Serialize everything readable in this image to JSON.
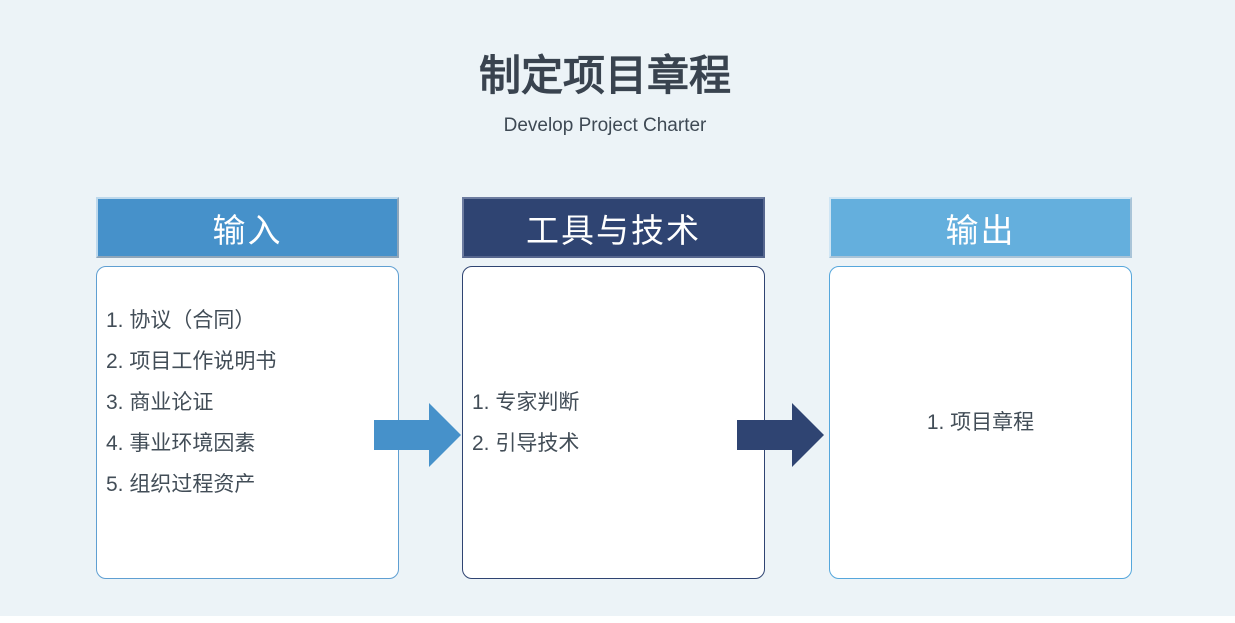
{
  "diagram": {
    "title": "制定项目章程",
    "subtitle": "Develop Project Charter"
  },
  "columns": [
    {
      "header": "输入",
      "items": [
        "1. 协议（合同）",
        "2. 项目工作说明书",
        "3. 商业论证",
        "4. 事业环境因素",
        "5. 组织过程资产"
      ]
    },
    {
      "header": "工具与技术",
      "items": [
        "1. 专家判断",
        "2. 引导技术"
      ]
    },
    {
      "header": "输出",
      "items": [
        "1. 项目章程"
      ]
    }
  ],
  "arrows": [
    {
      "direction": "right",
      "color": "#4691ca"
    },
    {
      "direction": "right",
      "color": "#2f4472"
    }
  ],
  "colors": {
    "background": "#ecf3f7",
    "inputs_header": "#4691ca",
    "tools_header": "#2f4472",
    "outputs_header": "#64afdd",
    "box_background": "#ffffff",
    "box_border_light": "#5f9fd2",
    "box_border_dark": "#2f4472",
    "title_text": "#39434f",
    "body_text": "#424d57",
    "header_text": "#ffffff"
  }
}
